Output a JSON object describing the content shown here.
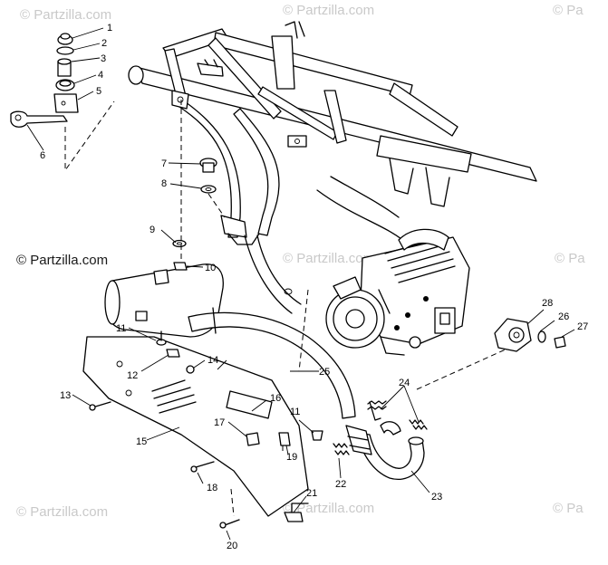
{
  "watermarks": {
    "top_left": "© Partzilla.com",
    "top_center": "© Partzilla.com",
    "top_right": "© Pa",
    "mid_left": "© Partzilla.com",
    "mid_center": "© Partzilla.com",
    "mid_right": "© Pa",
    "bottom_left": "© Partzilla.com",
    "bottom_center": "© Partzilla.com",
    "bottom_right": "© Pa"
  },
  "callouts": {
    "c1": "1",
    "c2": "2",
    "c3": "3",
    "c4": "4",
    "c5": "5",
    "c6": "6",
    "c7": "7",
    "c8": "8",
    "c9": "9",
    "c10": "10",
    "c11a": "11",
    "c11b": "11",
    "c12": "12",
    "c13": "13",
    "c14": "14",
    "c15": "15",
    "c16": "16",
    "c17": "17",
    "c18": "18",
    "c19": "19",
    "c20": "20",
    "c21": "21",
    "c22": "22",
    "c23": "23",
    "c24": "24",
    "c25": "25",
    "c26": "26",
    "c27": "27",
    "c28": "28"
  }
}
